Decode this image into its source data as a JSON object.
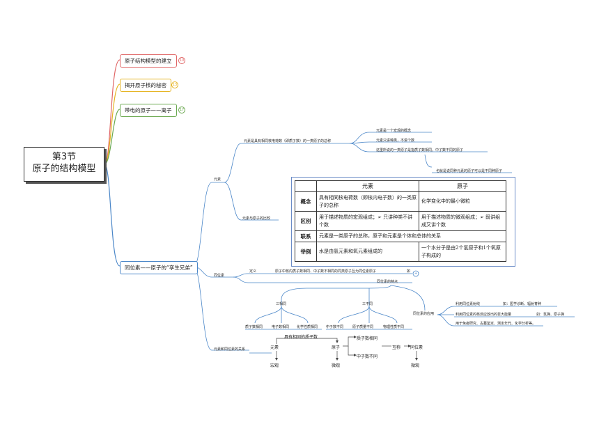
{
  "root": {
    "line1": "第3节",
    "line2": "原子的结构模型"
  },
  "topics": [
    {
      "label": "原子结构模型的建立",
      "num": "10",
      "color": "#e06666"
    },
    {
      "label": "揭开原子核的秘密",
      "num": "13",
      "color": "#e6b422"
    },
    {
      "label": "带电的原子——离子",
      "num": "17",
      "color": "#6aa84f"
    }
  ],
  "isotope_topic": {
    "label": "同位素——原子的“孪生兄弟”",
    "color": "#4a86c8"
  },
  "element_branch": {
    "label": "元素",
    "def": "元素是具有相同核电荷数（即质子数）的一类原子的总称",
    "notes": [
      "元素是一个宏观的概念",
      "元素只讲种类，不讲个数",
      "这里所说的一类原子是指质子数相同，中子数不同的原子"
    ],
    "sub_note": "也就是说同种元素的原子可以是不同种原子",
    "compare_label": "元素与原子的比较"
  },
  "table": {
    "headers": [
      "",
      "元素",
      "原子"
    ],
    "rows": [
      {
        "head": "概念",
        "a": "具有相同核电荷数（即核内电子数）的一类原子的总称",
        "b": "化学变化中的最小微粒"
      },
      {
        "head": "区别",
        "a": "用于描述物质的宏观组成；➢ 只讲种类不讲个数",
        "b": "用于描述物质的微观组成；➢ 既讲组成又讲个数"
      },
      {
        "head": "联系",
        "a": "元素是一类原子的总称，原子和元素是个体和总体的关系",
        "b": ""
      },
      {
        "head": "举例",
        "a": "水是由氢元素和氧元素组成的",
        "b": "一个水分子是由2个氢原子和1个氧原子构成的"
      }
    ]
  },
  "isotope_branch": {
    "label": "同位素",
    "def_label": "定义",
    "def_text": "原子中核内质子数相同、中子数不相同的同类原子互为同位素原子",
    "def_tail": "如",
    "circle": "+",
    "features": "同位素的特点",
    "same": "三相同",
    "same_items": [
      "质子数相同",
      "电子数相同",
      "化学性质相同"
    ],
    "diff": "三不同",
    "diff_items": [
      "中子数不同",
      "原子质量不同",
      "物理性质不同"
    ],
    "app_label": "同位素的应用",
    "apps": [
      {
        "text": "利用同位素射线",
        "eg": "如：医学诊断、辐射育种"
      },
      {
        "text": "利用同位素的核反应放出的巨大能量",
        "eg": "如：氢弹、原子弹"
      },
      {
        "text": "用于免疫研究、古墓鉴定、测定年代、化学分析等。",
        "eg": ""
      }
    ]
  },
  "relation_branch": {
    "label": "元素和同位素的关系",
    "flow": {
      "yuansu": "元素",
      "top_label": "具有相同的质子数",
      "yuanzi": "原子",
      "zhizi_same": "质子数相同",
      "zhongzi_diff": "中子数不同",
      "huwei": "互称",
      "tongweisu": "同位素",
      "macro": "宏观",
      "micro1": "微观",
      "micro2": "微观"
    }
  }
}
